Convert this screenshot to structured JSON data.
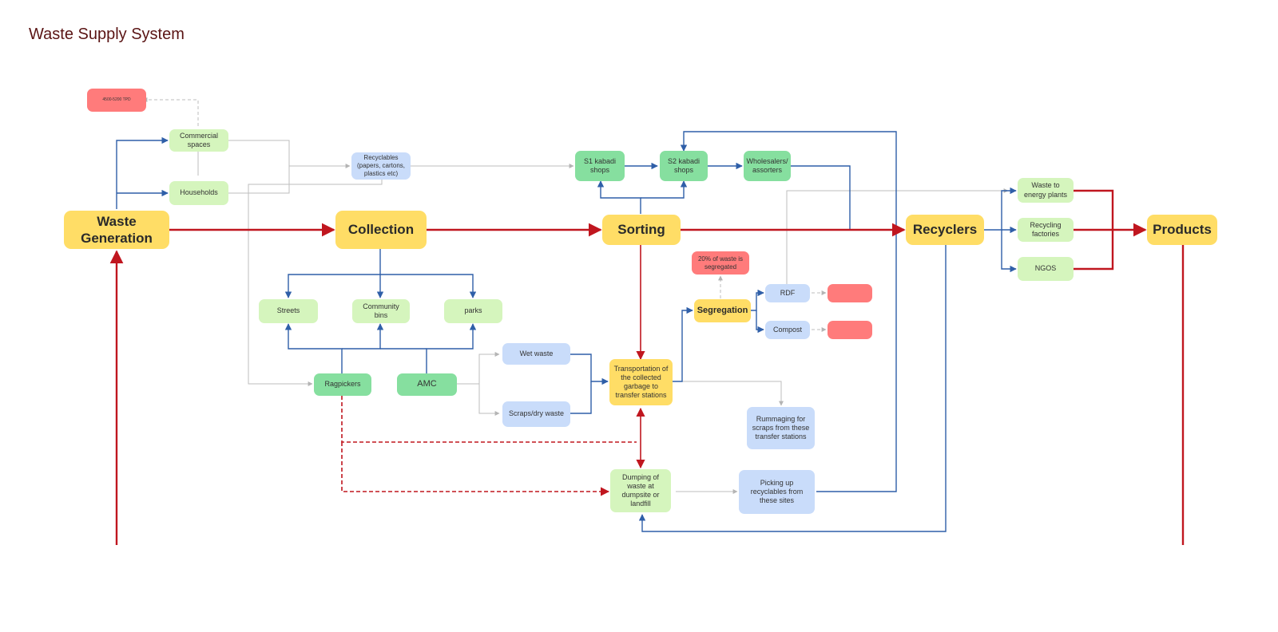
{
  "title": "Waste Supply System",
  "nodes": {
    "waste_generation": "Waste Generation",
    "collection": "Collection",
    "sorting": "Sorting",
    "recyclers": "Recyclers",
    "products": "Products",
    "tpd": "4500-5200 TPD",
    "commercial": "Commercial spaces",
    "households": "Households",
    "recyclables": "Recyclables (papers, cartons, plastics etc)",
    "s1": "S1 kabadi shops",
    "s2": "S2 kabadi shops",
    "wholesalers": "Wholesalers/ assorters",
    "wte": "Waste to energy plants",
    "recycling_factories": "Recycling factories",
    "ngos": "NGOS",
    "streets": "Streets",
    "community_bins": "Community bins",
    "parks": "parks",
    "ragpickers": "Ragpickers",
    "amc": "AMC",
    "wet": "Wet waste",
    "scraps": "Scraps/dry waste",
    "transport": "Transportation of the collected garbage to transfer stations",
    "segregated": "20% of waste is segregated",
    "segregation": "Segregation",
    "rdf": "RDF",
    "compost": "Compost",
    "rdf_note": "",
    "compost_note": "",
    "rummaging": "Rummaging for scraps from these transfer stations",
    "dumping": "Dumping of waste at dumpsite or landfill",
    "picking": "Picking up recyclables from these sites"
  },
  "colors": {
    "main": "#ffdd66",
    "light_green": "#d5f5bd",
    "dark_green": "#86df9f",
    "blue": "#c9dcfa",
    "red": "#ff7b7b",
    "arrow_red": "#c0161f",
    "arrow_blue": "#2f5fa8",
    "arrow_grey": "#b4b4b4"
  }
}
